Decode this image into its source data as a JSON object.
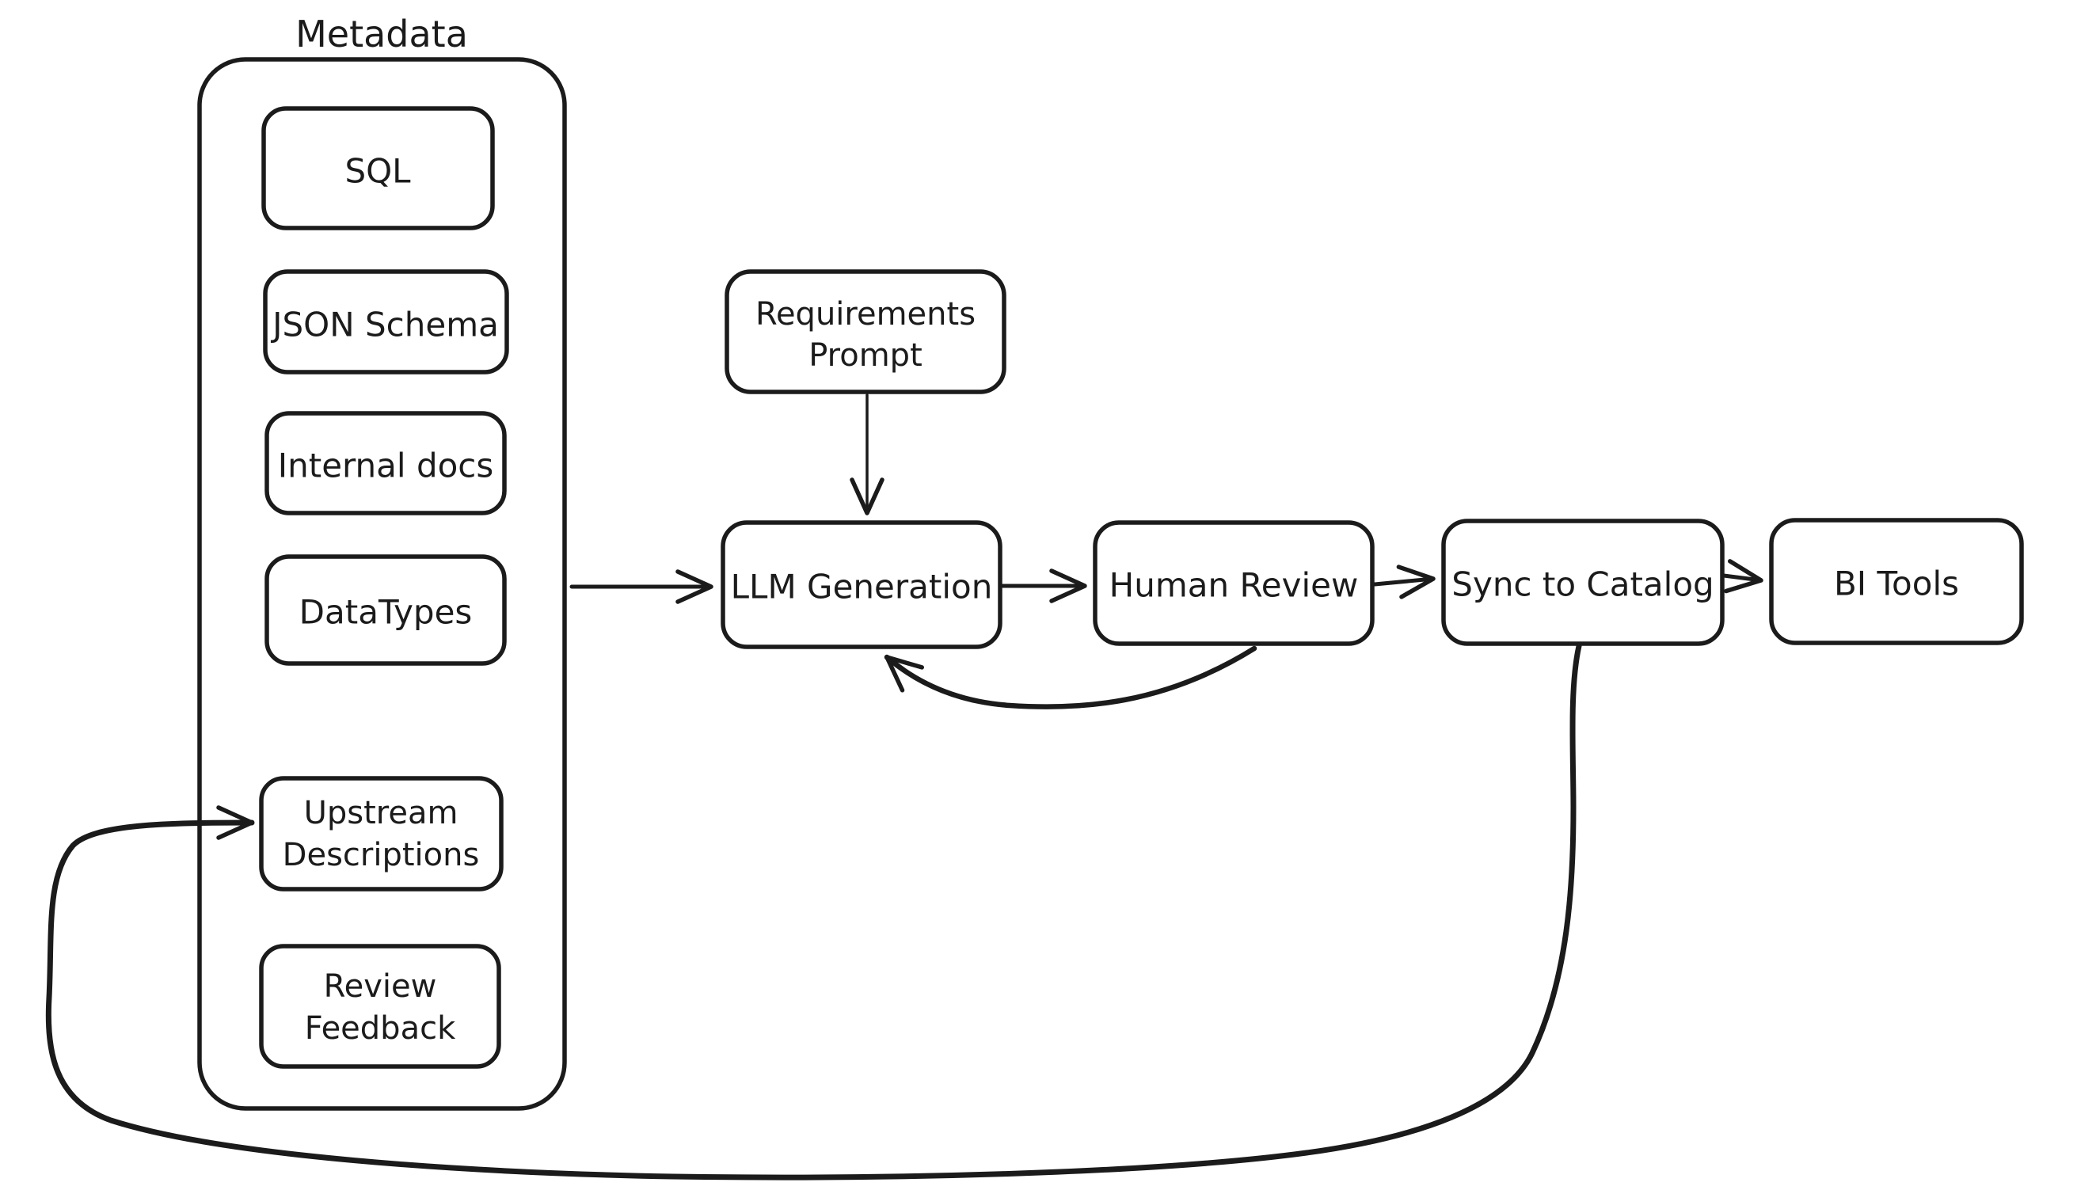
{
  "diagram": {
    "type": "flowchart",
    "style": "hand-drawn",
    "colors": {
      "ink": "#1b1b1b",
      "background": "#ffffff"
    },
    "container": {
      "title": "Metadata",
      "children": [
        "sql",
        "json_schema",
        "internal_docs",
        "datatypes",
        "upstream_descriptions",
        "review_feedback"
      ]
    },
    "nodes": {
      "sql": {
        "label": "SQL"
      },
      "json_schema": {
        "label": "JSON Schema"
      },
      "internal_docs": {
        "label": "Internal docs"
      },
      "datatypes": {
        "label": "DataTypes"
      },
      "upstream_descriptions": {
        "lines": [
          "Upstream",
          "Descriptions"
        ]
      },
      "review_feedback": {
        "lines": [
          "Review",
          "Feedback"
        ]
      },
      "requirements_prompt": {
        "lines": [
          "Requirements",
          "Prompt"
        ]
      },
      "llm_generation": {
        "label": "LLM Generation"
      },
      "human_review": {
        "label": "Human Review"
      },
      "sync_to_catalog": {
        "label": "Sync to Catalog"
      },
      "bi_tools": {
        "label": "BI Tools"
      }
    },
    "edges": [
      {
        "from": "metadata_container",
        "to": "llm_generation",
        "kind": "flow"
      },
      {
        "from": "requirements_prompt",
        "to": "llm_generation",
        "kind": "flow"
      },
      {
        "from": "llm_generation",
        "to": "human_review",
        "kind": "flow"
      },
      {
        "from": "human_review",
        "to": "sync_to_catalog",
        "kind": "flow"
      },
      {
        "from": "sync_to_catalog",
        "to": "bi_tools",
        "kind": "flow"
      },
      {
        "from": "human_review",
        "to": "llm_generation",
        "kind": "feedback-curve"
      },
      {
        "from": "sync_to_catalog",
        "to": "upstream_descriptions",
        "kind": "feedback-loop"
      }
    ]
  }
}
